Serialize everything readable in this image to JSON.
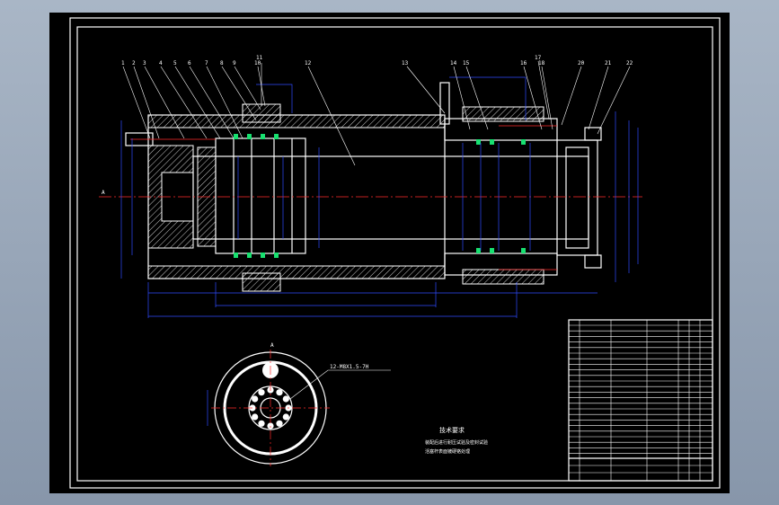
{
  "drawing": {
    "part_numbers": [
      "1",
      "2",
      "3",
      "4",
      "5",
      "6",
      "7",
      "8",
      "9",
      "10",
      "11",
      "12",
      "13",
      "14",
      "15",
      "16",
      "17",
      "18",
      "20",
      "21",
      "22"
    ],
    "section_marker": "A",
    "section_view_label": "A",
    "bolt_label": "12-M8X1.5-7H",
    "tech_title": "技术要求",
    "tech_notes": [
      "装配后进行耐压试验及密封试验",
      "活塞杆表面镀硬铬处理"
    ]
  },
  "colors": {
    "background": "#000000",
    "outline": "#ffffff",
    "dimension": "#2f4cff",
    "centerline": "#ff2a2a",
    "seal": "#18e070",
    "window": "#8796aa"
  }
}
